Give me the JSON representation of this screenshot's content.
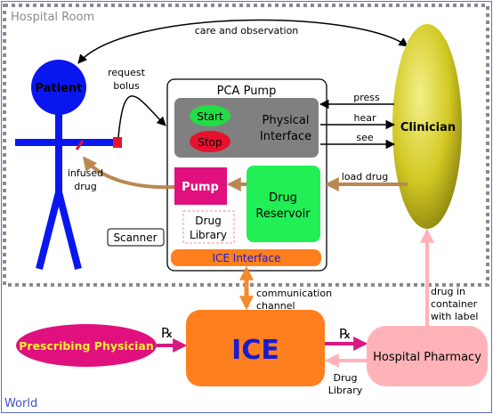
{
  "world": {
    "label": "World",
    "border_color": "#5b6dd8"
  },
  "room": {
    "label": "Hospital Room",
    "border_color": "#7a7a7a"
  },
  "patient": {
    "label": "Patient",
    "color": "#0a16f0"
  },
  "clinician": {
    "label": "Clinician",
    "color": "#c9c21a"
  },
  "pca_pump": {
    "title": "PCA Pump",
    "physical_interface": [
      "Physical",
      "Interface"
    ],
    "start_label": "Start",
    "stop_label": "Stop",
    "pump_label": "Pump",
    "drug_library": [
      "Drug",
      "Library"
    ],
    "drug_reservoir": [
      "Drug",
      "Reservoir"
    ],
    "ice_interface": "ICE Interface"
  },
  "scanner": {
    "label": "Scanner"
  },
  "ice": {
    "label": "ICE",
    "color": "#ff7f1f"
  },
  "prescribing_physician": {
    "label": "Prescribing Physician",
    "color": "#e0117f"
  },
  "hospital_pharmacy": {
    "label": "Hospital Pharmacy",
    "color": "#ffb3b8"
  },
  "edges": {
    "care_and_observation": "care and observation",
    "request_bolus": [
      "request",
      "bolus"
    ],
    "infused_drug": [
      "infused",
      "drug"
    ],
    "press": "press",
    "hear": "hear",
    "see": "see",
    "load_drug": "load drug",
    "communication_channel": [
      "communication",
      "channel"
    ],
    "drug_in_container": [
      "drug in",
      "container",
      "with label"
    ],
    "rx_left": "℞",
    "rx_right": "℞",
    "drug_library": [
      "Drug",
      "Library"
    ]
  },
  "colors": {
    "arrow_brown": "#b98852",
    "arrow_orange": "#f28a2e",
    "arrow_magenta": "#d61a7f",
    "arrow_pink": "#ffb3b8",
    "start_green": "#22dd44",
    "stop_red": "#e8112d",
    "physical_gray": "#808080",
    "pump_magenta": "#e0117f",
    "reservoir_green": "#22ee55"
  }
}
